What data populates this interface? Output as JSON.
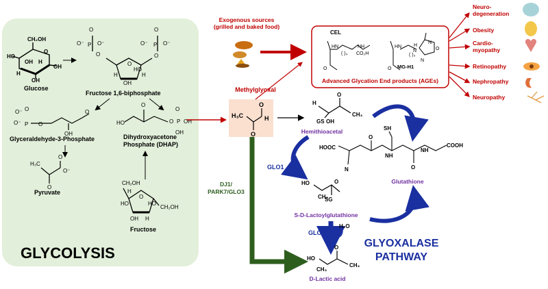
{
  "glycolysis": {
    "title": "GLYCOLYSIS",
    "glucose": "Glucose",
    "f16bp": "Fructose 1,6-biphosphate",
    "g3p": "Glyceraldehyde-3-Phosphate",
    "dhap_line1": "Dihydroxyacetone",
    "dhap_line2": "Phosphate (DHAP)",
    "pyruvate": "Pyruvate",
    "fructose": "Fructose"
  },
  "exogenous": {
    "line1": "Exogenous sources",
    "line2": "(grilled and baked food)"
  },
  "methylglyoxal": "Methylglyoxal",
  "ages": {
    "title": "Advanced Glycation End products (AGEs)",
    "cel": "CEL",
    "mgh1": "MG-H1"
  },
  "diseases": [
    {
      "line1": "Neuro-",
      "line2": "degeneration"
    },
    {
      "line1": "Obesity",
      "line2": ""
    },
    {
      "line1": "Cardio-",
      "line2": "myopathy"
    },
    {
      "line1": "Retinopathy",
      "line2": ""
    },
    {
      "line1": "Nephropathy",
      "line2": ""
    },
    {
      "line1": "Neuropathy",
      "line2": ""
    }
  ],
  "glyoxalase": {
    "hemithioacetal": "Hemithioacetal",
    "glutathione": "Glutathione",
    "glo1": "GLO1",
    "glo2": "GLO2",
    "sdlg": "S-D-Lactoylglutathione",
    "dlactic": "D-Lactic acid",
    "pathway_line1": "GLYOXALASE",
    "pathway_line2": "PATHWAY",
    "water": "H₂O"
  },
  "dj1": {
    "line1": "DJ1/",
    "line2": "PARK7/GLO3"
  },
  "colors": {
    "panel": "#e2efda",
    "red": "#c00000",
    "blue": "#1a2fa0",
    "purple": "#7030a0",
    "green": "#2e5e1e",
    "mg_box": "#fbe0d0"
  }
}
